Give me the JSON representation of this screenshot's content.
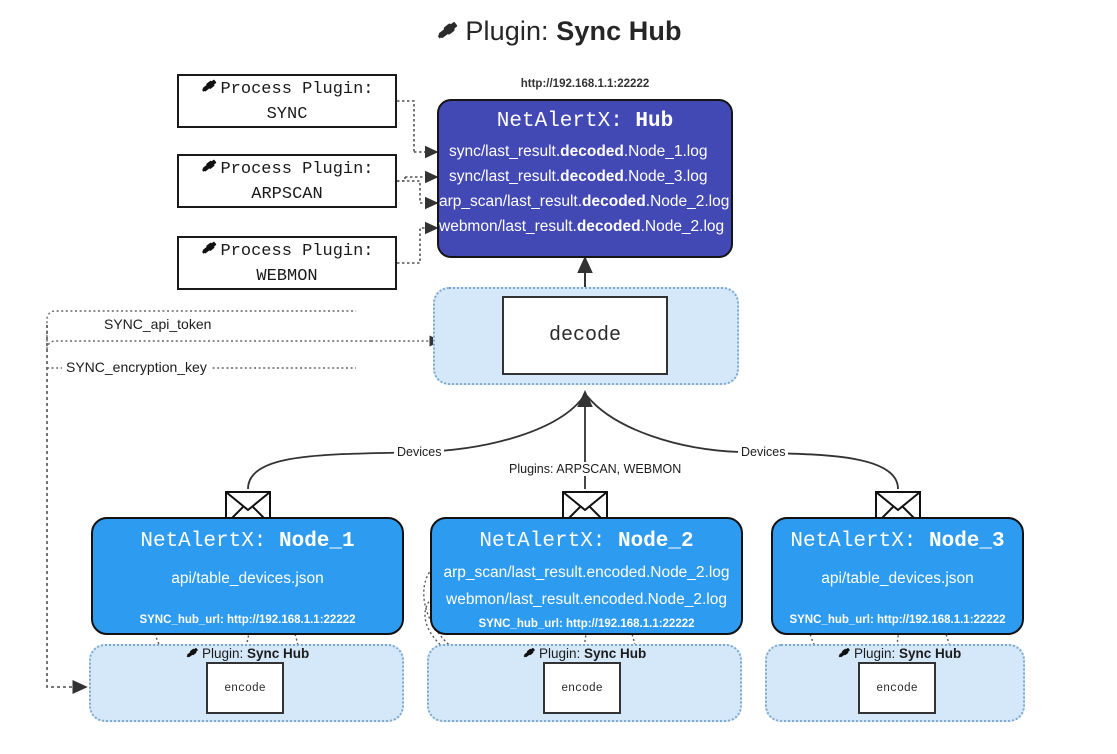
{
  "title": {
    "prefix": "Plugin: ",
    "name": "Sync Hub",
    "icon": "plug-icon"
  },
  "process_plugins": [
    {
      "line1": "Process Plugin:",
      "line2": "SYNC",
      "icon": "plug-icon"
    },
    {
      "line1": "Process Plugin:",
      "line2": "ARPSCAN",
      "icon": "plug-icon"
    },
    {
      "line1": "Process Plugin:",
      "line2": "WEBMON",
      "icon": "plug-icon"
    }
  ],
  "hub": {
    "url": "http://192.168.1.1:22222",
    "header_prefix": "NetAlertX: ",
    "header_name": "Hub",
    "logs": [
      {
        "pre": "sync/last_result.",
        "em": "decoded",
        "post": ".Node_1.log"
      },
      {
        "pre": "sync/last_result.",
        "em": "decoded",
        "post": ".Node_3.log"
      },
      {
        "pre": "arp_scan/last_result.",
        "em": "decoded",
        "post": ".Node_2.log"
      },
      {
        "pre": "webmon/last_result.",
        "em": "decoded",
        "post": ".Node_2.log"
      }
    ]
  },
  "decode": {
    "label": "decode"
  },
  "tokens": [
    {
      "label": "SYNC_api_token"
    },
    {
      "label": "SYNC_encryption_key"
    }
  ],
  "edges": {
    "devices_left": "Devices",
    "devices_right": "Devices",
    "plugins_mid": "Plugins: ARPSCAN, WEBMON"
  },
  "nodes": [
    {
      "header_prefix": "NetAlertX: ",
      "header_name": "Node_1",
      "rows": [
        {
          "pre": "api/table_devices.json",
          "em": "",
          "post": ""
        }
      ],
      "url_label": "SYNC_hub_url: ",
      "url_value": "http://192.168.1.1:22222",
      "mail_icon": "envelope-icon"
    },
    {
      "header_prefix": "NetAlertX: ",
      "header_name": "Node_2",
      "rows": [
        {
          "pre": "arp_scan/last_result.encoded.Node_2.log",
          "em": "",
          "post": ""
        },
        {
          "pre": "webmon/last_result.encoded.Node_2.log",
          "em": "",
          "post": ""
        }
      ],
      "url_label": "SYNC_hub_url: ",
      "url_value": "http://192.168.1.1:22222",
      "mail_icon": "envelope-icon"
    },
    {
      "header_prefix": "NetAlertX: ",
      "header_name": "Node_3",
      "rows": [
        {
          "pre": "api/table_devices.json",
          "em": "",
          "post": ""
        }
      ],
      "url_label": "SYNC_hub_url: ",
      "url_value": "http://192.168.1.1:22222",
      "mail_icon": "envelope-icon"
    }
  ],
  "encoders": [
    {
      "caption_prefix": "Plugin: ",
      "caption_name": "Sync Hub",
      "label": "encode",
      "icon": "plug-icon"
    },
    {
      "caption_prefix": "Plugin: ",
      "caption_name": "Sync Hub",
      "label": "encode",
      "icon": "plug-icon"
    },
    {
      "caption_prefix": "Plugin: ",
      "caption_name": "Sync Hub",
      "label": "encode",
      "icon": "plug-icon"
    }
  ],
  "colors": {
    "hub_fill": "#4349b4",
    "node_fill": "#2d9bf0",
    "container_fill": "#d4e8fa",
    "container_border": "#7ea9cf",
    "stroke": "#333333"
  }
}
